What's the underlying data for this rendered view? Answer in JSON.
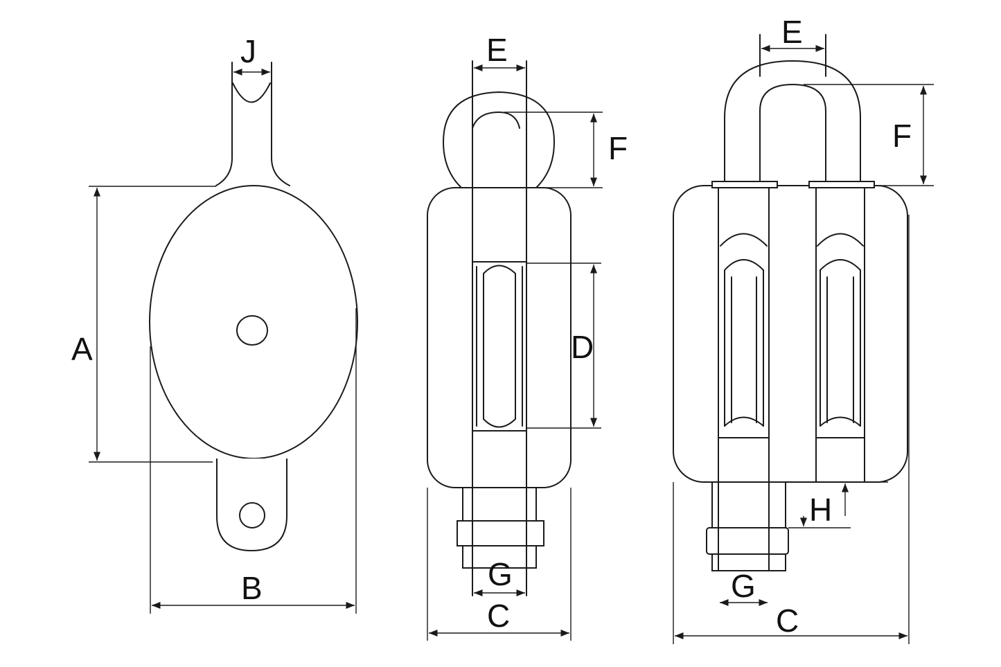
{
  "diagram": {
    "view_single_front": {
      "labels": {
        "J": "J",
        "A": "A",
        "B": "B"
      }
    },
    "view_single_side": {
      "labels": {
        "E": "E",
        "F": "F",
        "D": "D",
        "G": "G",
        "C": "C"
      }
    },
    "view_double_side": {
      "labels": {
        "E": "E",
        "F": "F",
        "H": "H",
        "G": "G",
        "C": "C"
      }
    }
  }
}
